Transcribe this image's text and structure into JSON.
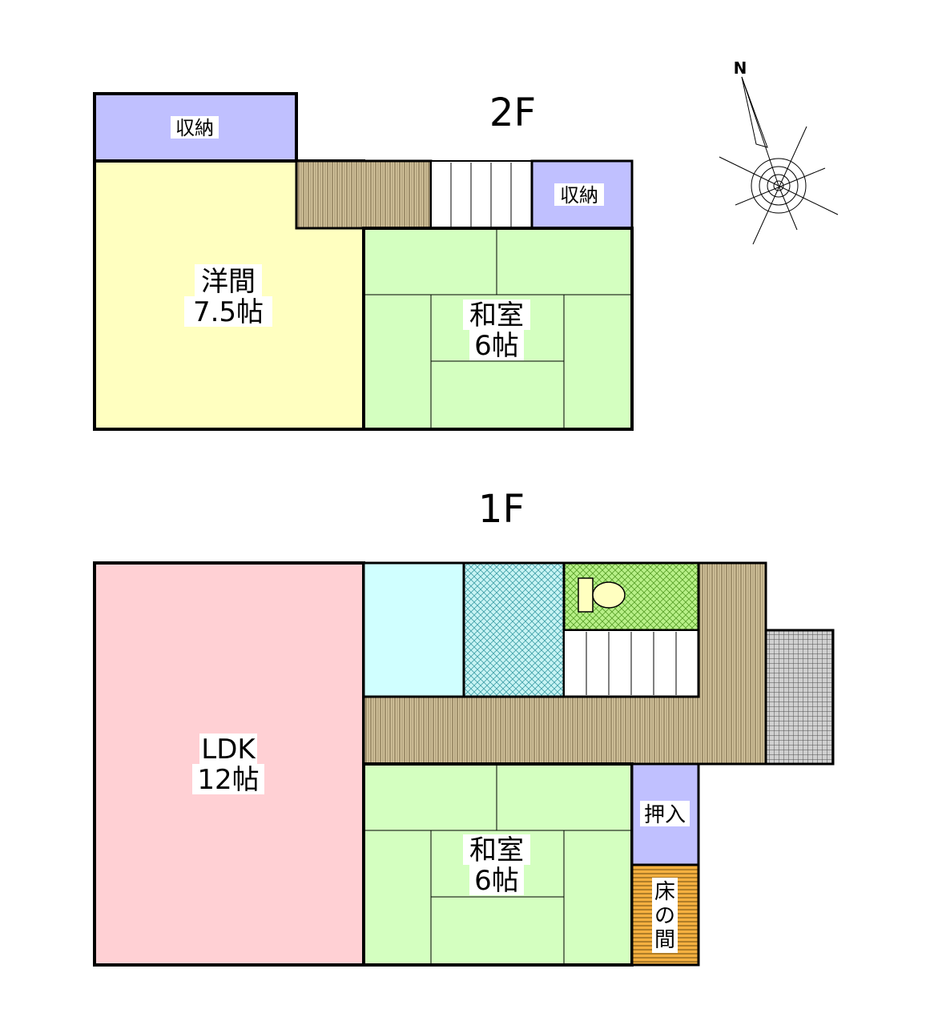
{
  "floors": {
    "second": {
      "title": "2F",
      "storage_left": "収納",
      "storage_right": "収納",
      "western_room": {
        "name": "洋間",
        "size": "7.5帖"
      },
      "japanese_room": {
        "name": "和室",
        "size": "6帖"
      }
    },
    "first": {
      "title": "1F",
      "ldk": {
        "name": "LDK",
        "size": "12帖"
      },
      "japanese_room": {
        "name": "和室",
        "size": "6帖"
      },
      "closet": "押入",
      "alcove": [
        "床",
        "の",
        "間"
      ]
    }
  },
  "compass": {
    "north_label": "N"
  },
  "colors": {
    "storage": "#c0c0ff",
    "western": "#ffffc0",
    "tatami": "#d4ffc0",
    "ldk": "#ffd0d4",
    "bath": "#d0ffff",
    "washroom": "#c8f4f4",
    "toilet": "#c8ff9c",
    "corridor": "#d8c8a0",
    "alcove": "#f4b040",
    "entrance": "#c8c8c8"
  }
}
